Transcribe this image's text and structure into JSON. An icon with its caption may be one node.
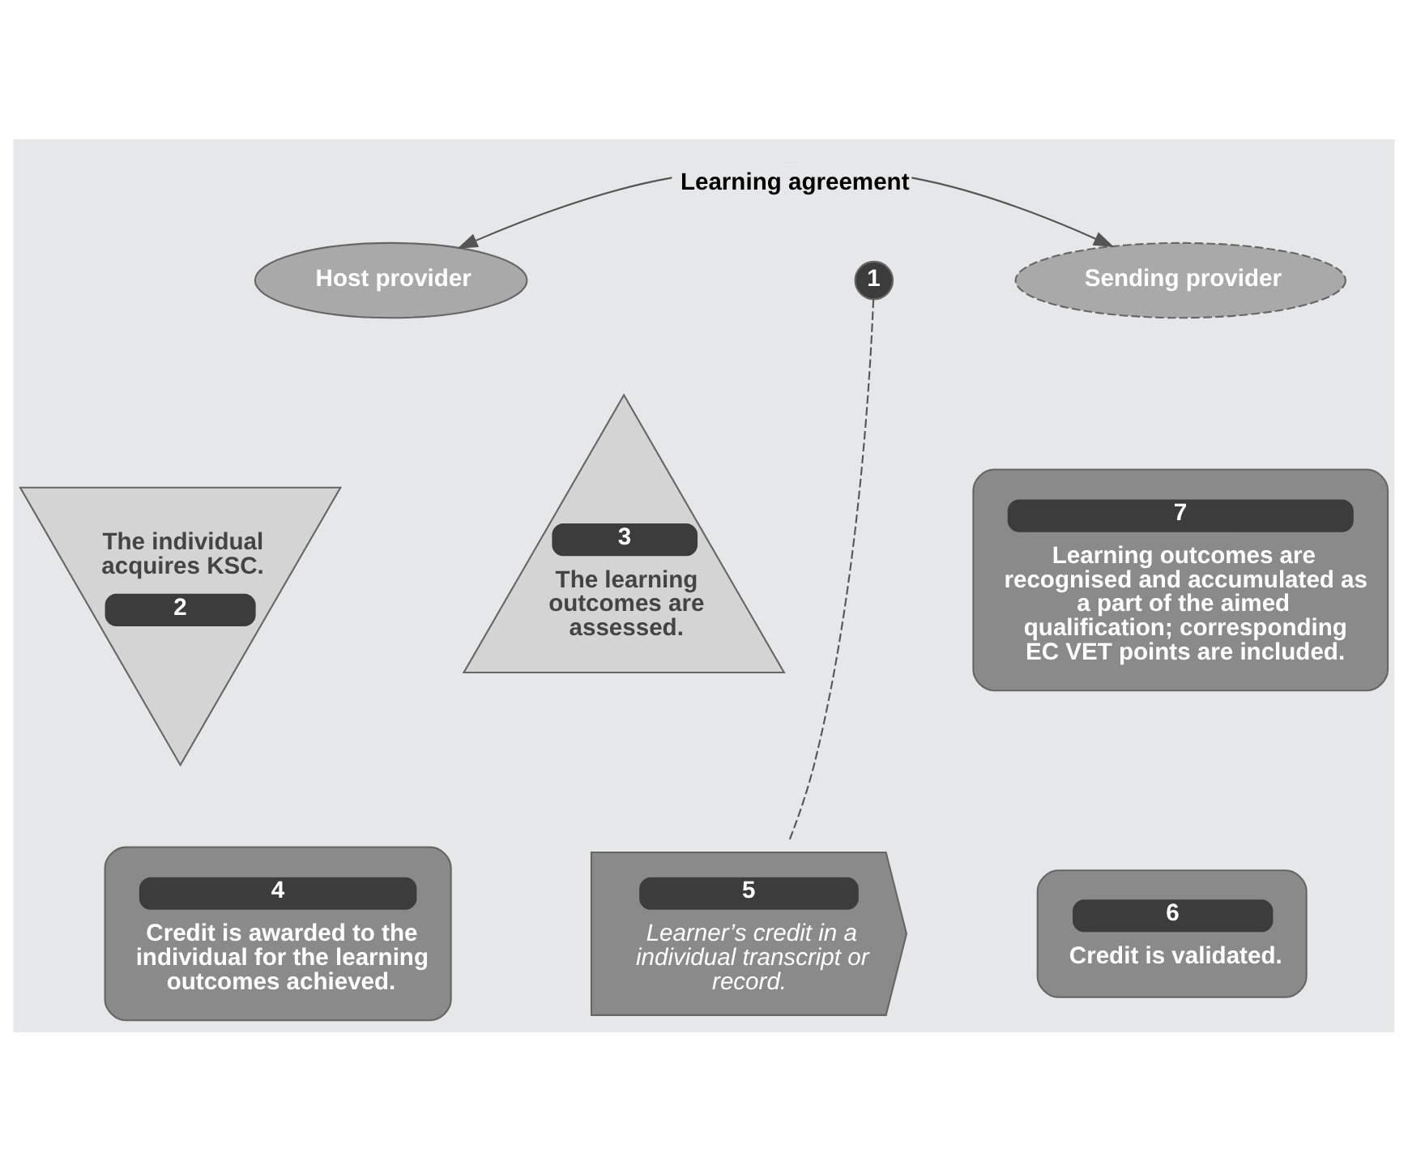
{
  "diagram": {
    "nodes": [
      {
        "text": [
          "Host provider"
        ]
      },
      {
        "text": [
          "1"
        ]
      },
      {
        "text": [
          "Sending provider"
        ]
      },
      {
        "text": [
          "The individual acquires KSC.",
          "2"
        ]
      },
      {
        "text": [
          "3",
          "The learning outcomes are assessed."
        ]
      },
      {
        "text": [
          "7",
          "Learning outcomes are recognised and accumulated as a part of the aimed qualification; corresponding EC VET points are included."
        ]
      },
      {
        "text": [
          "6",
          "Credit is validated."
        ]
      },
      {
        "text": [
          "4",
          "Credit is awarded to the individual for the learning outcomes achieved."
        ]
      },
      {
        "text": [
          "5",
          "Learner’s credit in a individual transcript or record."
        ]
      }
    ],
    "edges": [
      {
        "from": 0,
        "to": 2,
        "arrow": "both",
        "label": "Learning agreement"
      },
      {
        "from": 1,
        "to": 8,
        "arrow": "none",
        "style": "dashed"
      }
    ]
  }
}
